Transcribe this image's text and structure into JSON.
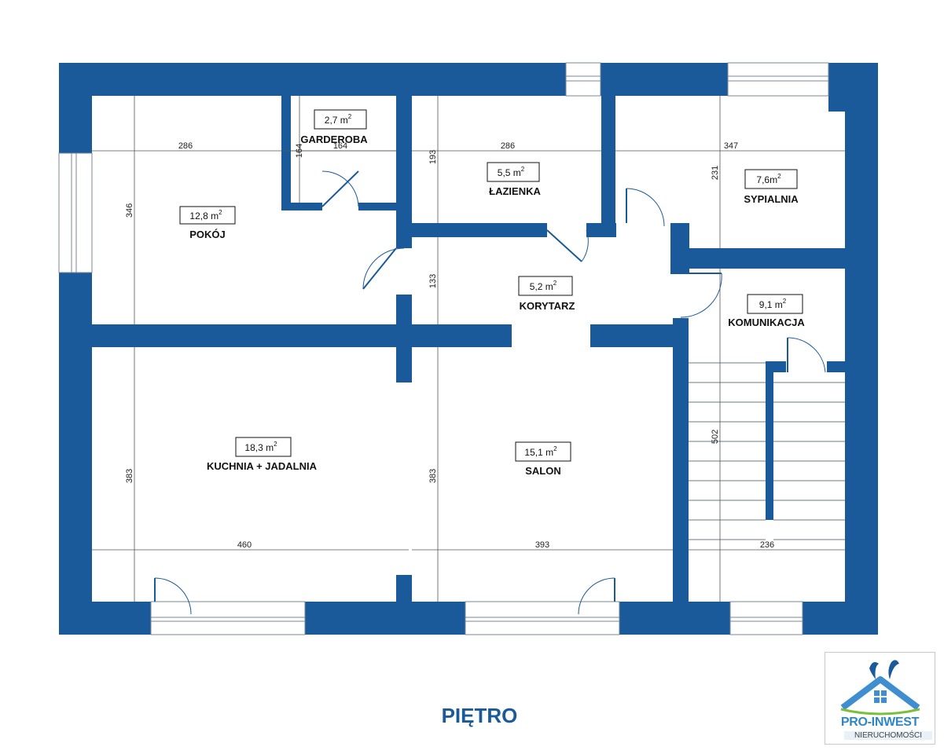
{
  "floor_title": "PIĘTRO",
  "rooms": [
    {
      "name": "POKÓJ",
      "area": "12,8 m",
      "sup": "2"
    },
    {
      "name": "GARDEROBA",
      "area": "2,7 m",
      "sup": "2"
    },
    {
      "name": "ŁAZIENKA",
      "area": "5,5 m",
      "sup": "2"
    },
    {
      "name": "SYPIALNIA",
      "area": "7,6m",
      "sup": "2"
    },
    {
      "name": "KORYTARZ",
      "area": "5,2 m",
      "sup": "2"
    },
    {
      "name": "KOMUNIKACJA",
      "area": "9,1 m",
      "sup": "2"
    },
    {
      "name": "KUCHNIA + JADALNIA",
      "area": "18,3 m",
      "sup": "2"
    },
    {
      "name": "SALON",
      "area": "15,1 m",
      "sup": "2"
    }
  ],
  "dimensions": [
    "286",
    "164",
    "164",
    "286",
    "347",
    "346",
    "193",
    "231",
    "133",
    "383",
    "383",
    "502",
    "460",
    "393",
    "236"
  ],
  "logo": {
    "name": "PRO-INWEST",
    "subtitle": "NIERUCHOMOŚCI"
  },
  "colors": {
    "wall": "#1a5a9b",
    "logo_accent": "#2f86c8"
  }
}
